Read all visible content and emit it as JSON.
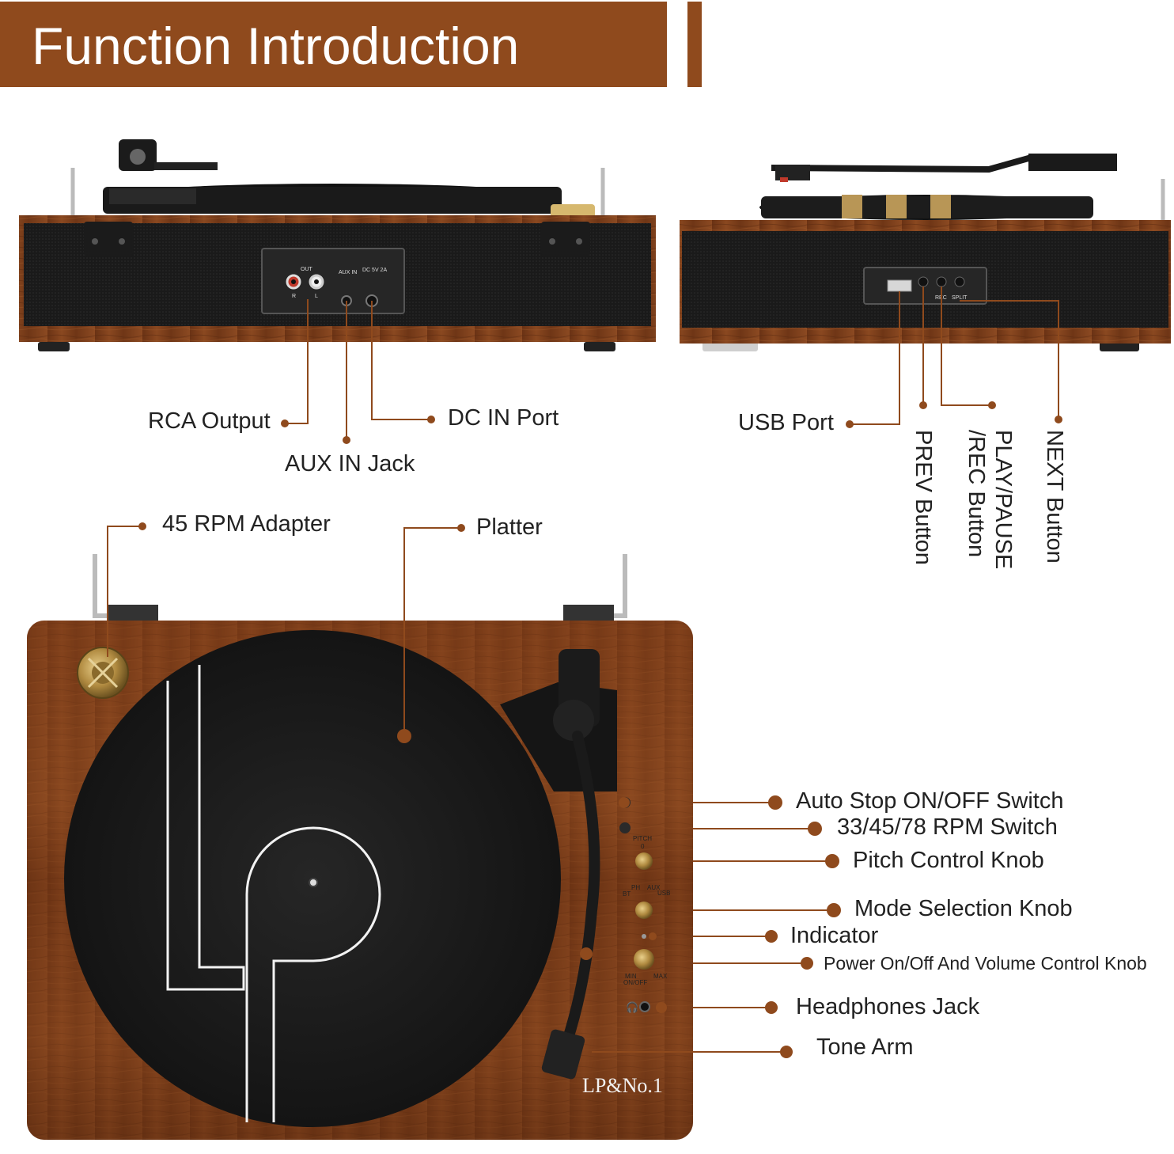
{
  "header": {
    "title": "Function Introduction"
  },
  "colors": {
    "accent": "#8f4a1d",
    "wood": "#7a3d1a",
    "leader": "#8f4a1d",
    "mat": "#1c1c1c"
  },
  "back_view": {
    "labels": {
      "rca_output": "RCA Output",
      "aux_in_jack": "AUX IN Jack",
      "dc_in_port": "DC IN Port"
    },
    "panel_text": {
      "out": "OUT",
      "aux_in": "AUX IN",
      "dc": "DC 5V 2A",
      "r": "R",
      "l": "L"
    }
  },
  "side_view": {
    "labels": {
      "usb_port": "USB Port",
      "prev_button": "PREV Button",
      "play_pause_rec": "PLAY/PAUSE /REC Button",
      "next_button": "NEXT Button"
    },
    "panel_text": {
      "rec": "REC",
      "split": "SPLIT"
    }
  },
  "top_view": {
    "labels": {
      "adapter": "45 RPM Adapter",
      "platter": "Platter",
      "auto_stop": "Auto Stop ON/OFF Switch",
      "rpm_switch": "33/45/78 RPM Switch",
      "pitch_knob": "Pitch Control Knob",
      "mode_knob": "Mode Selection Knob",
      "indicator": "Indicator",
      "power_volume": "Power On/Off And Volume Control Knob",
      "headphones": "Headphones Jack",
      "tone_arm": "Tone Arm"
    },
    "panel_text": {
      "pitch": "PITCH",
      "pitch_zero": "0",
      "ph": "PH",
      "aux": "AUX",
      "bt": "BT",
      "usb": "USB",
      "min": "MIN",
      "max": "MAX",
      "onoff": "ON/OFF"
    },
    "brand": "LP&No.1"
  }
}
